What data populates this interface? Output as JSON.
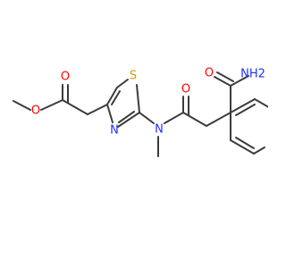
{
  "molecule": {
    "atoms": {
      "ester_o_carbonyl": "O",
      "ester_o_methoxy": "O",
      "thiazole_s": "S",
      "thiazole_n": "N",
      "amide_n": "N",
      "amide_o": "O",
      "carboxamide_o": "O",
      "carboxamide_nh2": "NH2"
    },
    "colors": {
      "bond": "#3b3b3b",
      "oxygen": "#ff0000",
      "nitrogen": "#1e32ff",
      "sulfur": "#c8a000"
    }
  }
}
